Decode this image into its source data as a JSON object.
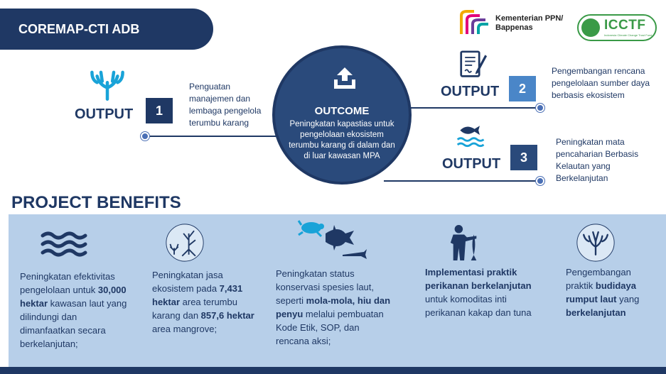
{
  "header": {
    "title": "COREMAP-CTI ADB"
  },
  "logos": {
    "ppn_line1": "Kementerian PPN/",
    "ppn_line2": "Bappenas",
    "icctf_name": "ICCTF",
    "icctf_sub": "Indonesia Climate Change Trust Fund"
  },
  "outcome": {
    "heading": "OUTCOME",
    "text": "Peningkatan kapastias untuk pengelolaan ekosistem terumbu karang di dalam dan di luar kawasan MPA",
    "icon": "upload-icon"
  },
  "outputs": [
    {
      "label": "OUTPUT",
      "number": "1",
      "text": "Penguatan manajemen dan lembaga pengelola terumbu karang",
      "icon": "coral-icon",
      "color": "#1f3864"
    },
    {
      "label": "OUTPUT",
      "number": "2",
      "text": "Pengembangan rencana pengelolaan sumber daya berbasis ekosistem",
      "icon": "document-pen-icon",
      "color": "#4a86c8"
    },
    {
      "label": "OUTPUT",
      "number": "3",
      "text": "Peningkatan mata pencaharian Berbasis Kelautan yang Berkelanjutan",
      "icon": "fish-waves-icon",
      "color": "#2a4a7b"
    }
  ],
  "benefits": {
    "title": "PROJECT BENEFITS",
    "items": [
      {
        "icon": "waves-icon",
        "parts": [
          "Peningkatan efektivitas pengelolaan untuk ",
          "30,000 hektar",
          " kawasan laut yang dilindungi dan dimanfaatkan secara berkelanjutan;"
        ]
      },
      {
        "icon": "mangrove-coral-icon",
        "parts": [
          "Peningkatan jasa ekosistem pada ",
          "7,431 hektar",
          " area terumbu karang dan ",
          "857,6 hektar",
          " area mangrove;"
        ]
      },
      {
        "icon": "marine-species-icon",
        "parts": [
          "Peningkatan status konservasi spesies laut, seperti ",
          "mola-mola, hiu dan penyu",
          " melalui pembuatan Kode Etik, SOP, dan rencana aksi;"
        ]
      },
      {
        "icon": "fisher-icon",
        "parts": [
          "Implementasi praktik perikanan berkelanjutan",
          " untuk komoditas inti perikanan kakap dan tuna"
        ]
      },
      {
        "icon": "seaweed-icon",
        "parts": [
          "Pengembangan praktik ",
          "budidaya rumput laut",
          " yang ",
          "berkelanjutan"
        ]
      }
    ]
  },
  "colors": {
    "navy": "#1f3864",
    "accent_blue": "#4a86c8",
    "panel": "#b7cfe9",
    "icon_cyan": "#19a3d8"
  }
}
